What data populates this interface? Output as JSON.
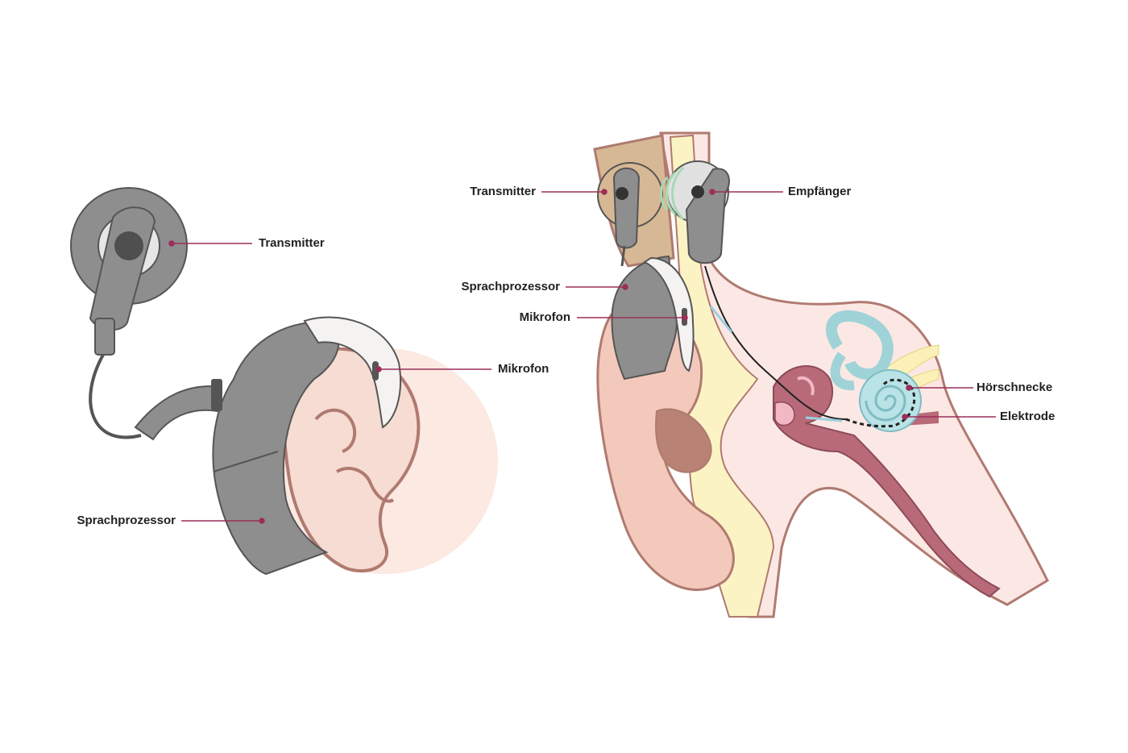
{
  "colors": {
    "device_gray": "#8e8e8e",
    "device_dark": "#555555",
    "leader": "#9b2f5a",
    "skin_light": "#fbe6df",
    "skin": "#f3c9bb",
    "bone": "#fbf3c4",
    "head_tan": "#d7b894",
    "cochlea": "#b9e3e6",
    "canal": "#b86a79"
  },
  "left_device": {
    "labels": {
      "transmitter": "Transmitter",
      "mikrofon": "Mikrofon",
      "sprachprozessor": "Sprachprozessor"
    }
  },
  "right_cross_section": {
    "labels": {
      "transmitter": "Transmitter",
      "empfaenger": "Empfänger",
      "sprachprozessor": "Sprachprozessor",
      "mikrofon": "Mikrofon",
      "hoerschnecke": "Hörschnecke",
      "elektrode": "Elektrode"
    }
  }
}
